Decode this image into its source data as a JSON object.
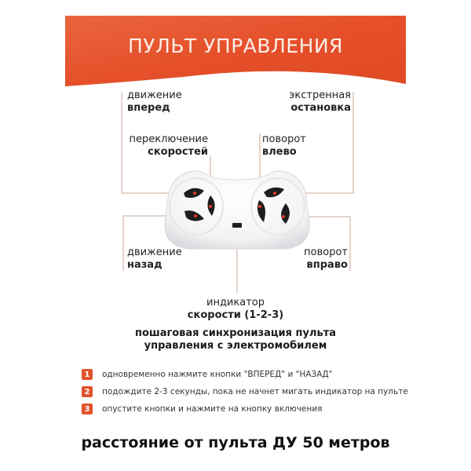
{
  "banner": {
    "title": "ПУЛЬТ УПРАВЛЕНИЯ",
    "color": "#e5502a"
  },
  "labels": {
    "forward": {
      "line1": "движение",
      "line2": "вперед"
    },
    "emergency_stop": {
      "line1": "экстренная",
      "line2": "остановка"
    },
    "speed_switch": {
      "line1": "переключение",
      "line2": "скоростей"
    },
    "turn_left": {
      "line1": "поворот",
      "line2": "влево"
    },
    "backward": {
      "line1": "движение",
      "line2": "назад"
    },
    "turn_right": {
      "line1": "поворот",
      "line2": "вправо"
    },
    "speed_indicator": {
      "line1": "индикатор",
      "line2": "скорости (1-2-3)"
    }
  },
  "sync": {
    "title_line1": "пошаговая синхронизация пульта",
    "title_line2": "управления с электромобилем",
    "steps": [
      {
        "num": "1",
        "text": "одновременно нажмите кнопки \"ВПЕРЕД\" и \"НАЗАД\""
      },
      {
        "num": "2",
        "text": "подождите 2-3 секунды, пока не начнет мигать индикатор на пульте"
      },
      {
        "num": "3",
        "text": "опустите кнопки и нажмите на кнопку включения"
      }
    ]
  },
  "footer": {
    "text": "расстояние от пульта ДУ 50 метров"
  },
  "colors": {
    "accent": "#e0532a",
    "line": "#c9a89a",
    "pointer": "#e03a2a",
    "button": "#1e1e1e"
  }
}
